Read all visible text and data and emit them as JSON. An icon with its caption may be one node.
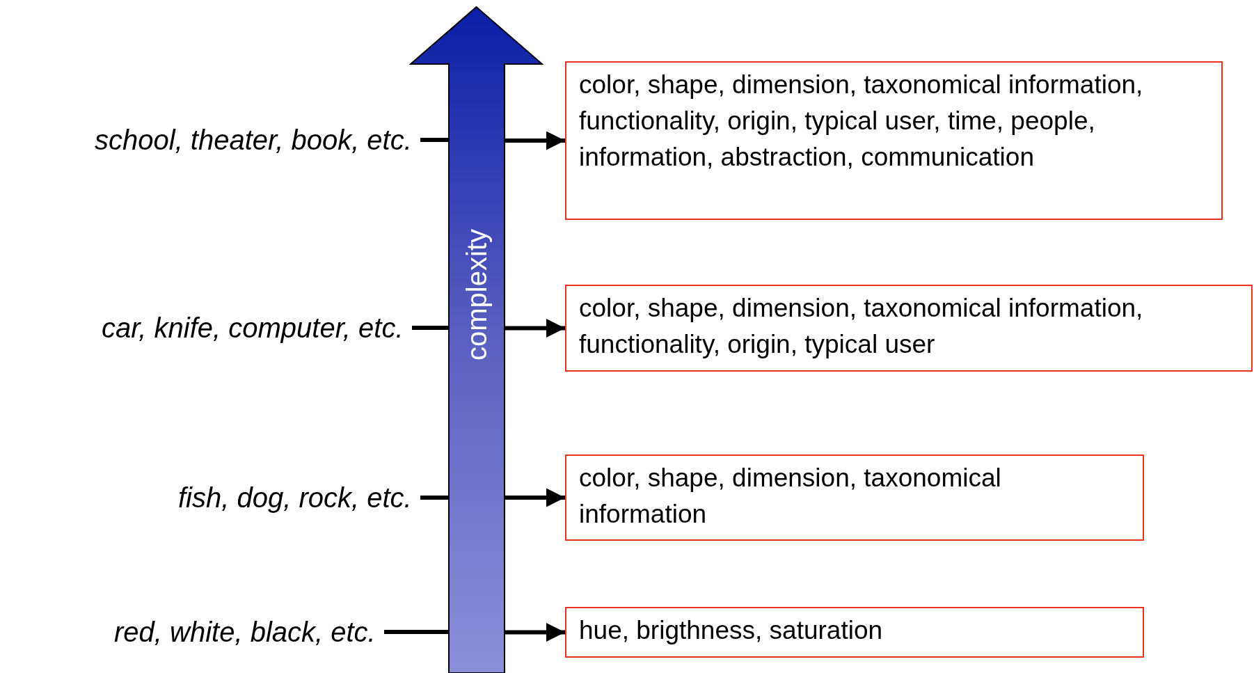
{
  "diagram": {
    "nodes": [
      {
        "text": [
          "complexity"
        ]
      },
      {
        "text": [
          "school, theater, book, etc."
        ]
      },
      {
        "text": [
          "color, shape, dimension, taxonomical information, functionality, origin, typical user, time, people, information, abstraction, communication"
        ]
      },
      {
        "text": [
          "car, knife, computer, etc."
        ]
      },
      {
        "text": [
          "color, shape, dimension, taxonomical information, functionality, origin, typical user"
        ]
      },
      {
        "text": [
          "fish, dog, rock, etc."
        ]
      },
      {
        "text": [
          "color, shape, dimension, taxonomical information"
        ]
      },
      {
        "text": [
          "red, white, black, etc."
        ]
      },
      {
        "text": [
          "hue, brigthness, saturation"
        ]
      }
    ],
    "edges": [
      {
        "from": 1,
        "to": 0,
        "arrow": "none"
      },
      {
        "from": 0,
        "to": 2,
        "arrow": "to"
      },
      {
        "from": 3,
        "to": 0,
        "arrow": "none"
      },
      {
        "from": 0,
        "to": 4,
        "arrow": "to"
      },
      {
        "from": 5,
        "to": 0,
        "arrow": "none"
      },
      {
        "from": 0,
        "to": 6,
        "arrow": "to"
      },
      {
        "from": 7,
        "to": 0,
        "arrow": "none"
      },
      {
        "from": 0,
        "to": 8,
        "arrow": "to"
      }
    ]
  }
}
